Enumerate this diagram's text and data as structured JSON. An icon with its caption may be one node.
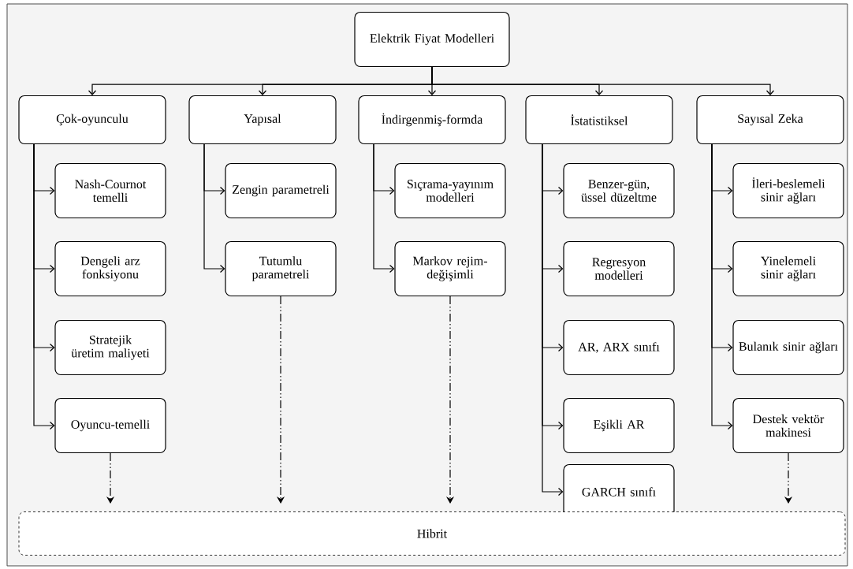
{
  "diagram": {
    "nodes": [
      {
        "text": [
          "Elektrik Fiyat Modelleri"
        ]
      },
      {
        "text": [
          "Çok-oyunculu"
        ]
      },
      {
        "text": [
          "Yapısal"
        ]
      },
      {
        "text": [
          "İndirgenmiş-formda"
        ]
      },
      {
        "text": [
          "İstatistiksel"
        ]
      },
      {
        "text": [
          "Sayısal Zeka"
        ]
      },
      {
        "text": [
          "Nash-Cournot temelli"
        ]
      },
      {
        "text": [
          "Dengeli arz fonksiyonu"
        ]
      },
      {
        "text": [
          "Stratejik üretim maliyeti"
        ]
      },
      {
        "text": [
          "Oyuncu-temelli"
        ]
      },
      {
        "text": [
          "Zengin parametreli"
        ]
      },
      {
        "text": [
          "Tutumlu parametreli"
        ]
      },
      {
        "text": [
          "Sıçrama-yayınım modelleri"
        ]
      },
      {
        "text": [
          "Markov rejim-değişimli"
        ]
      },
      {
        "text": [
          "Benzer-gün, üssel düzeltme"
        ]
      },
      {
        "text": [
          "Regresyon modelleri"
        ]
      },
      {
        "text": [
          "AR, ARX sınıfı"
        ]
      },
      {
        "text": [
          "Eşikli AR"
        ]
      },
      {
        "text": [
          "GARCH sınıfı"
        ]
      },
      {
        "text": [
          "İleri-beslemeli sinir ağları"
        ]
      },
      {
        "text": [
          "Yinelemeli sinir ağları"
        ]
      },
      {
        "text": [
          "Bulanık sinir ağları"
        ]
      },
      {
        "text": [
          "Destek vektör makinesi"
        ]
      },
      {
        "text": [
          "Hibrit"
        ]
      }
    ],
    "edges": [
      {
        "from": 0,
        "to": 1,
        "arrow": "to"
      },
      {
        "from": 0,
        "to": 2,
        "arrow": "to"
      },
      {
        "from": 0,
        "to": 3,
        "arrow": "to"
      },
      {
        "from": 0,
        "to": 4,
        "arrow": "to"
      },
      {
        "from": 0,
        "to": 5,
        "arrow": "to"
      },
      {
        "from": 1,
        "to": 6,
        "arrow": "to"
      },
      {
        "from": 1,
        "to": 7,
        "arrow": "to"
      },
      {
        "from": 1,
        "to": 8,
        "arrow": "to"
      },
      {
        "from": 1,
        "to": 9,
        "arrow": "to"
      },
      {
        "from": 2,
        "to": 10,
        "arrow": "to"
      },
      {
        "from": 2,
        "to": 11,
        "arrow": "to"
      },
      {
        "from": 3,
        "to": 12,
        "arrow": "to"
      },
      {
        "from": 3,
        "to": 13,
        "arrow": "to"
      },
      {
        "from": 4,
        "to": 14,
        "arrow": "to"
      },
      {
        "from": 4,
        "to": 15,
        "arrow": "to"
      },
      {
        "from": 4,
        "to": 16,
        "arrow": "to"
      },
      {
        "from": 4,
        "to": 17,
        "arrow": "to"
      },
      {
        "from": 4,
        "to": 18,
        "arrow": "to"
      },
      {
        "from": 5,
        "to": 19,
        "arrow": "to"
      },
      {
        "from": 5,
        "to": 20,
        "arrow": "to"
      },
      {
        "from": 5,
        "to": 21,
        "arrow": "to"
      },
      {
        "from": 5,
        "to": 22,
        "arrow": "to"
      },
      {
        "from": 9,
        "to": 23,
        "arrow": "to",
        "style": "dashed"
      },
      {
        "from": 11,
        "to": 23,
        "arrow": "to",
        "style": "dashed"
      },
      {
        "from": 13,
        "to": 23,
        "arrow": "to",
        "style": "dashed"
      },
      {
        "from": 22,
        "to": 23,
        "arrow": "to",
        "style": "dashed"
      }
    ]
  }
}
